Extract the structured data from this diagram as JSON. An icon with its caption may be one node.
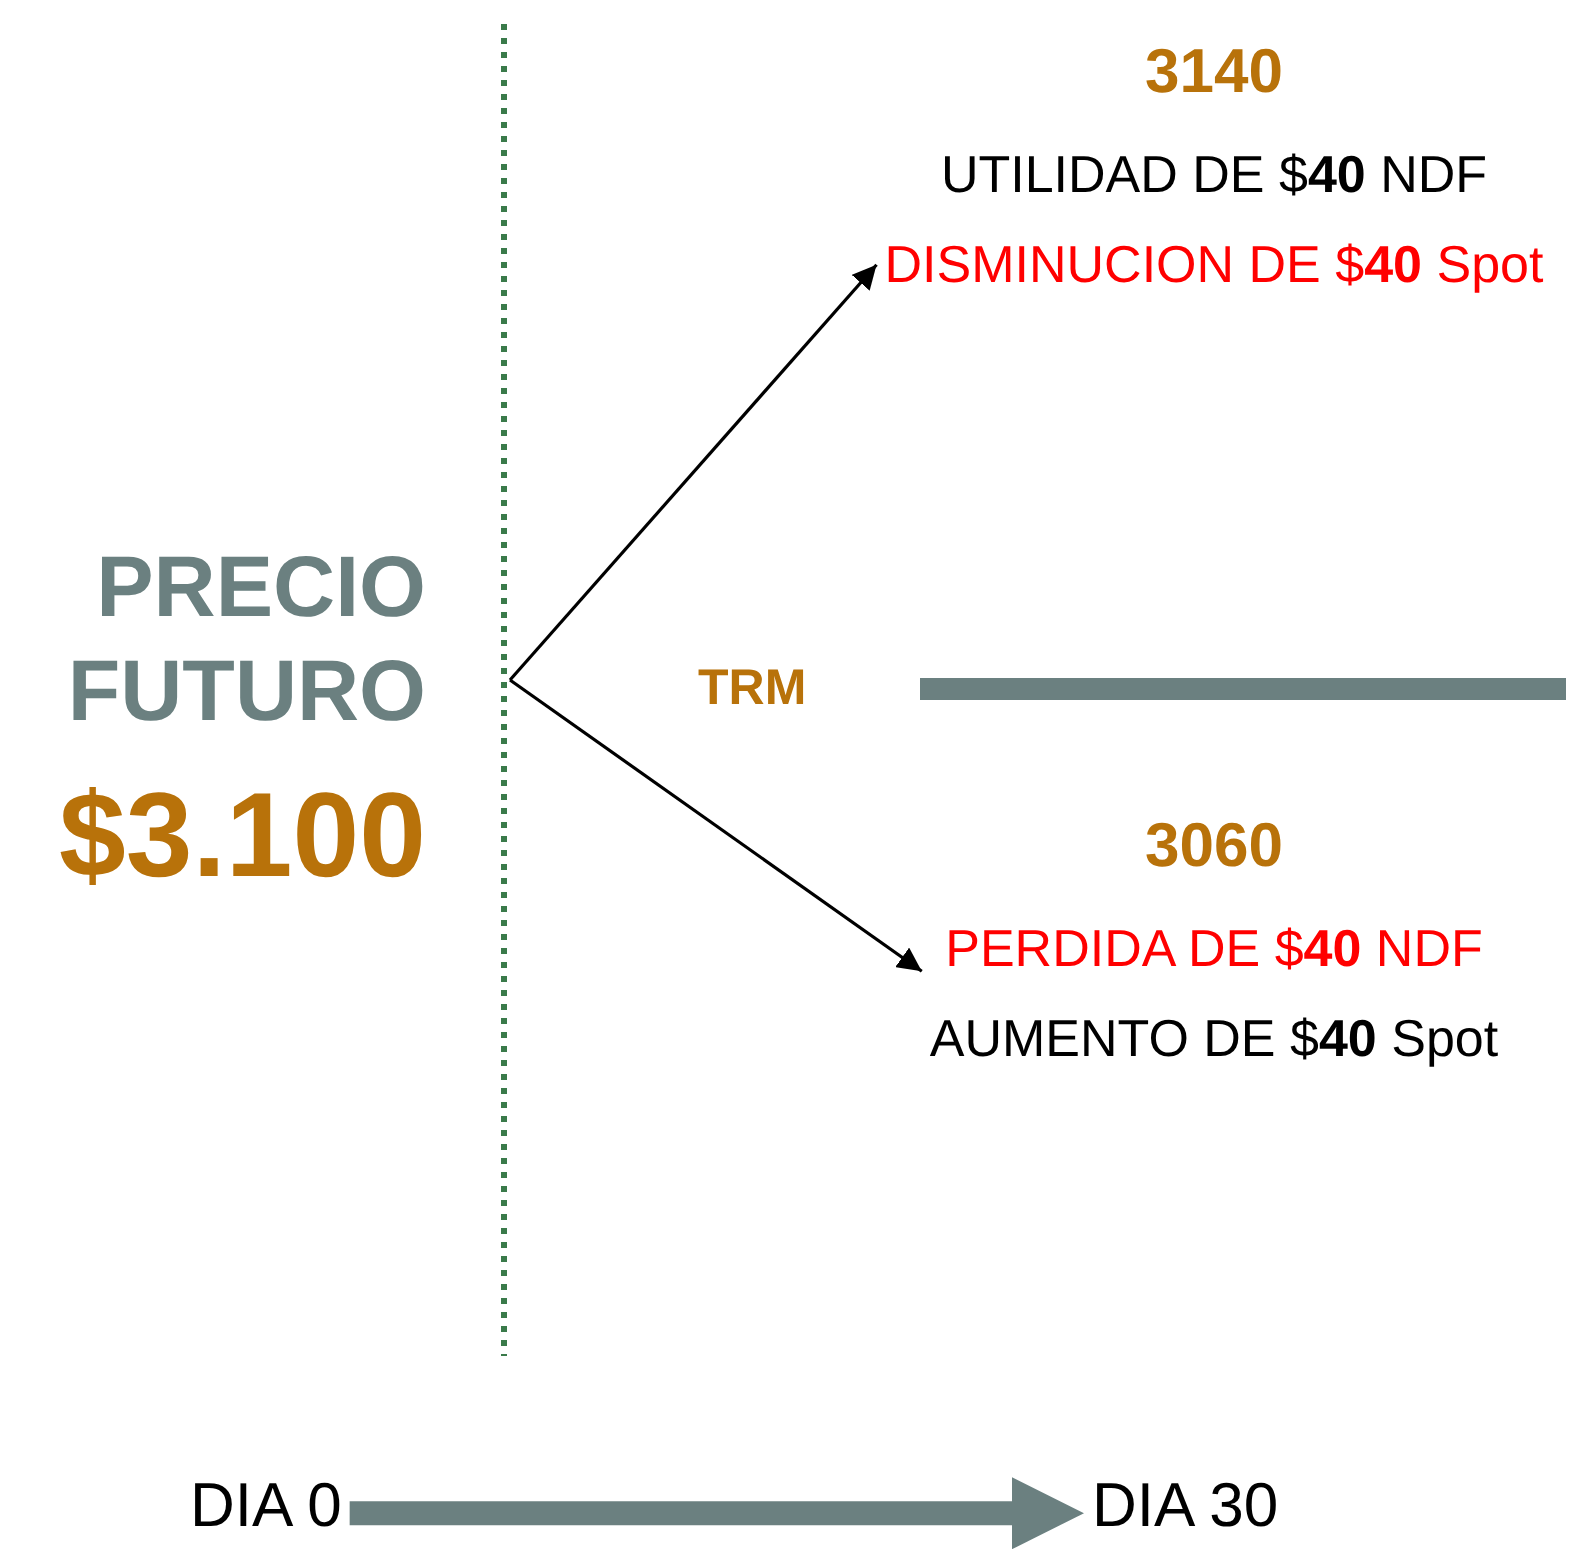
{
  "diagram": {
    "nodes": [
      {
        "text": [
          "3140",
          "UTILIDAD DE $**40** NDF",
          "DISMINUCION DE $**40** Spot"
        ]
      },
      {
        "text": [
          "3060",
          "PERDIDA DE $**40** NDF",
          "AUMENTO DE $**40** Spot"
        ]
      },
      {
        "text": [
          "DIA 0"
        ]
      },
      {
        "text": [
          "DIA 30"
        ]
      }
    ],
    "edges": [
      {
        "from": null,
        "to": 0,
        "arrow": "to"
      },
      {
        "from": null,
        "to": 1,
        "arrow": "to"
      },
      {
        "from": 2,
        "to": 3,
        "arrow": "to",
        "style": "thick",
        "color": "#6b8080"
      }
    ],
    "labels": [
      "PRECIO FUTURO",
      "$3.100",
      "TRM"
    ]
  }
}
